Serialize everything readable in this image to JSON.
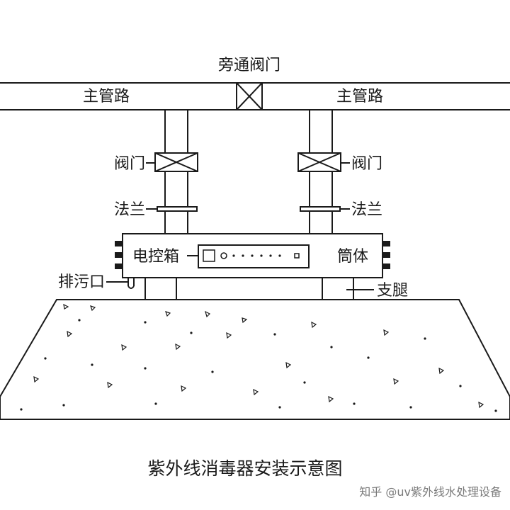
{
  "labels": {
    "bypass_valve": "旁通阀门",
    "main_pipe_left": "主管路",
    "main_pipe_right": "主管路",
    "valve_left": "阀门",
    "valve_right": "阀门",
    "flange_left": "法兰",
    "flange_right": "法兰",
    "control_box": "电控箱",
    "cylinder": "筒体",
    "drain_outlet": "排污口",
    "support_leg": "支腿"
  },
  "title": "紫外线消毒器安装示意图",
  "watermark": "知乎 @uv紫外线水处理设备",
  "colors": {
    "line": "#1a1a1a",
    "background": "#ffffff",
    "watermark": "#7a7a7a"
  }
}
